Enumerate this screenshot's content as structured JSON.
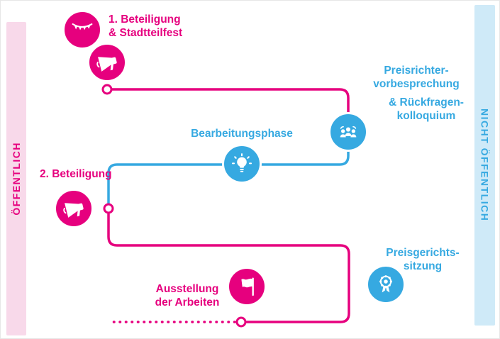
{
  "colors": {
    "pink": "#e6007e",
    "blue": "#36a9e1",
    "bandPink": "#f8d9ea",
    "bandBlue": "#cfeaf8"
  },
  "bands": {
    "left": {
      "label": "ÖFFENTLICH"
    },
    "right": {
      "label": "NICHT ÖFFENTLICH"
    }
  },
  "steps": {
    "step1": {
      "label": "1. Beteiligung\n& Stadtteilfest",
      "color": "pink"
    },
    "jury": {
      "label1": "Preisrichter-\nvorbesprechung",
      "label2": "& Rückfragen-\nkolloquium",
      "color": "blue"
    },
    "work": {
      "label": "Bearbeitungsphase",
      "color": "blue"
    },
    "step2": {
      "label": "2. Beteiligung",
      "color": "pink"
    },
    "court": {
      "label": "Preisgerichts-\nsitzung",
      "color": "blue"
    },
    "exhibit": {
      "label": "Ausstellung\nder Arbeiten",
      "color": "pink"
    }
  },
  "icons": {
    "bunting-icon": "pennant-garland",
    "megaphone-icon": "megaphone",
    "jury-icon": "three-people",
    "lightbulb-icon": "lightbulb",
    "medal-icon": "award-rosette",
    "flag-icon": "waving-flag"
  }
}
